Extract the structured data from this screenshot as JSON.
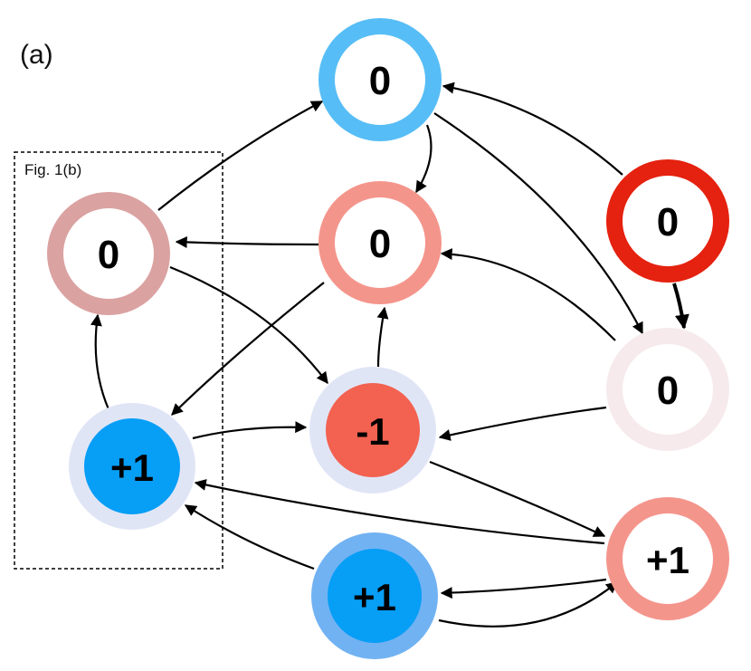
{
  "panel_label": "(a)",
  "box_label": "Fig. 1(b)",
  "nodes": [
    {
      "id": "n1",
      "value": "0",
      "ring": "#57bdf6",
      "inner": "#ffffff"
    },
    {
      "id": "n2",
      "value": "0",
      "ring": "#dba2a2",
      "inner": "#ffffff"
    },
    {
      "id": "n3",
      "value": "0",
      "ring": "#f4958c",
      "inner": "#ffffff"
    },
    {
      "id": "n4",
      "value": "0",
      "ring": "#e5210f",
      "inner": "#ffffff"
    },
    {
      "id": "n5",
      "value": "0",
      "ring": "#f6eaec",
      "inner": "#ffffff"
    },
    {
      "id": "n6",
      "value": "+1",
      "ring": "#e0e5f6",
      "inner": "#079ef6"
    },
    {
      "id": "n7",
      "value": "-1",
      "ring": "#e0e5f6",
      "inner": "#f36150"
    },
    {
      "id": "n8",
      "value": "+1",
      "ring": "#f4958c",
      "inner": "#ffffff"
    },
    {
      "id": "n9",
      "value": "+1",
      "ring": "#71b2f2",
      "inner": "#079ef6"
    }
  ],
  "edges": [
    {
      "from": "n2",
      "to": "n1"
    },
    {
      "from": "n4",
      "to": "n1"
    },
    {
      "from": "n1",
      "to": "n3"
    },
    {
      "from": "n1",
      "to": "n5"
    },
    {
      "from": "n4",
      "to": "n5",
      "emphasis": true
    },
    {
      "from": "n3",
      "to": "n2"
    },
    {
      "from": "n2",
      "to": "n7"
    },
    {
      "from": "n3",
      "to": "n6"
    },
    {
      "from": "n5",
      "to": "n3"
    },
    {
      "from": "n7",
      "to": "n3"
    },
    {
      "from": "n6",
      "to": "n2"
    },
    {
      "from": "n6",
      "to": "n7"
    },
    {
      "from": "n5",
      "to": "n7"
    },
    {
      "from": "n7",
      "to": "n8"
    },
    {
      "from": "n8",
      "to": "n6"
    },
    {
      "from": "n9",
      "to": "n6"
    },
    {
      "from": "n8",
      "to": "n9"
    },
    {
      "from": "n9",
      "to": "n8"
    }
  ]
}
